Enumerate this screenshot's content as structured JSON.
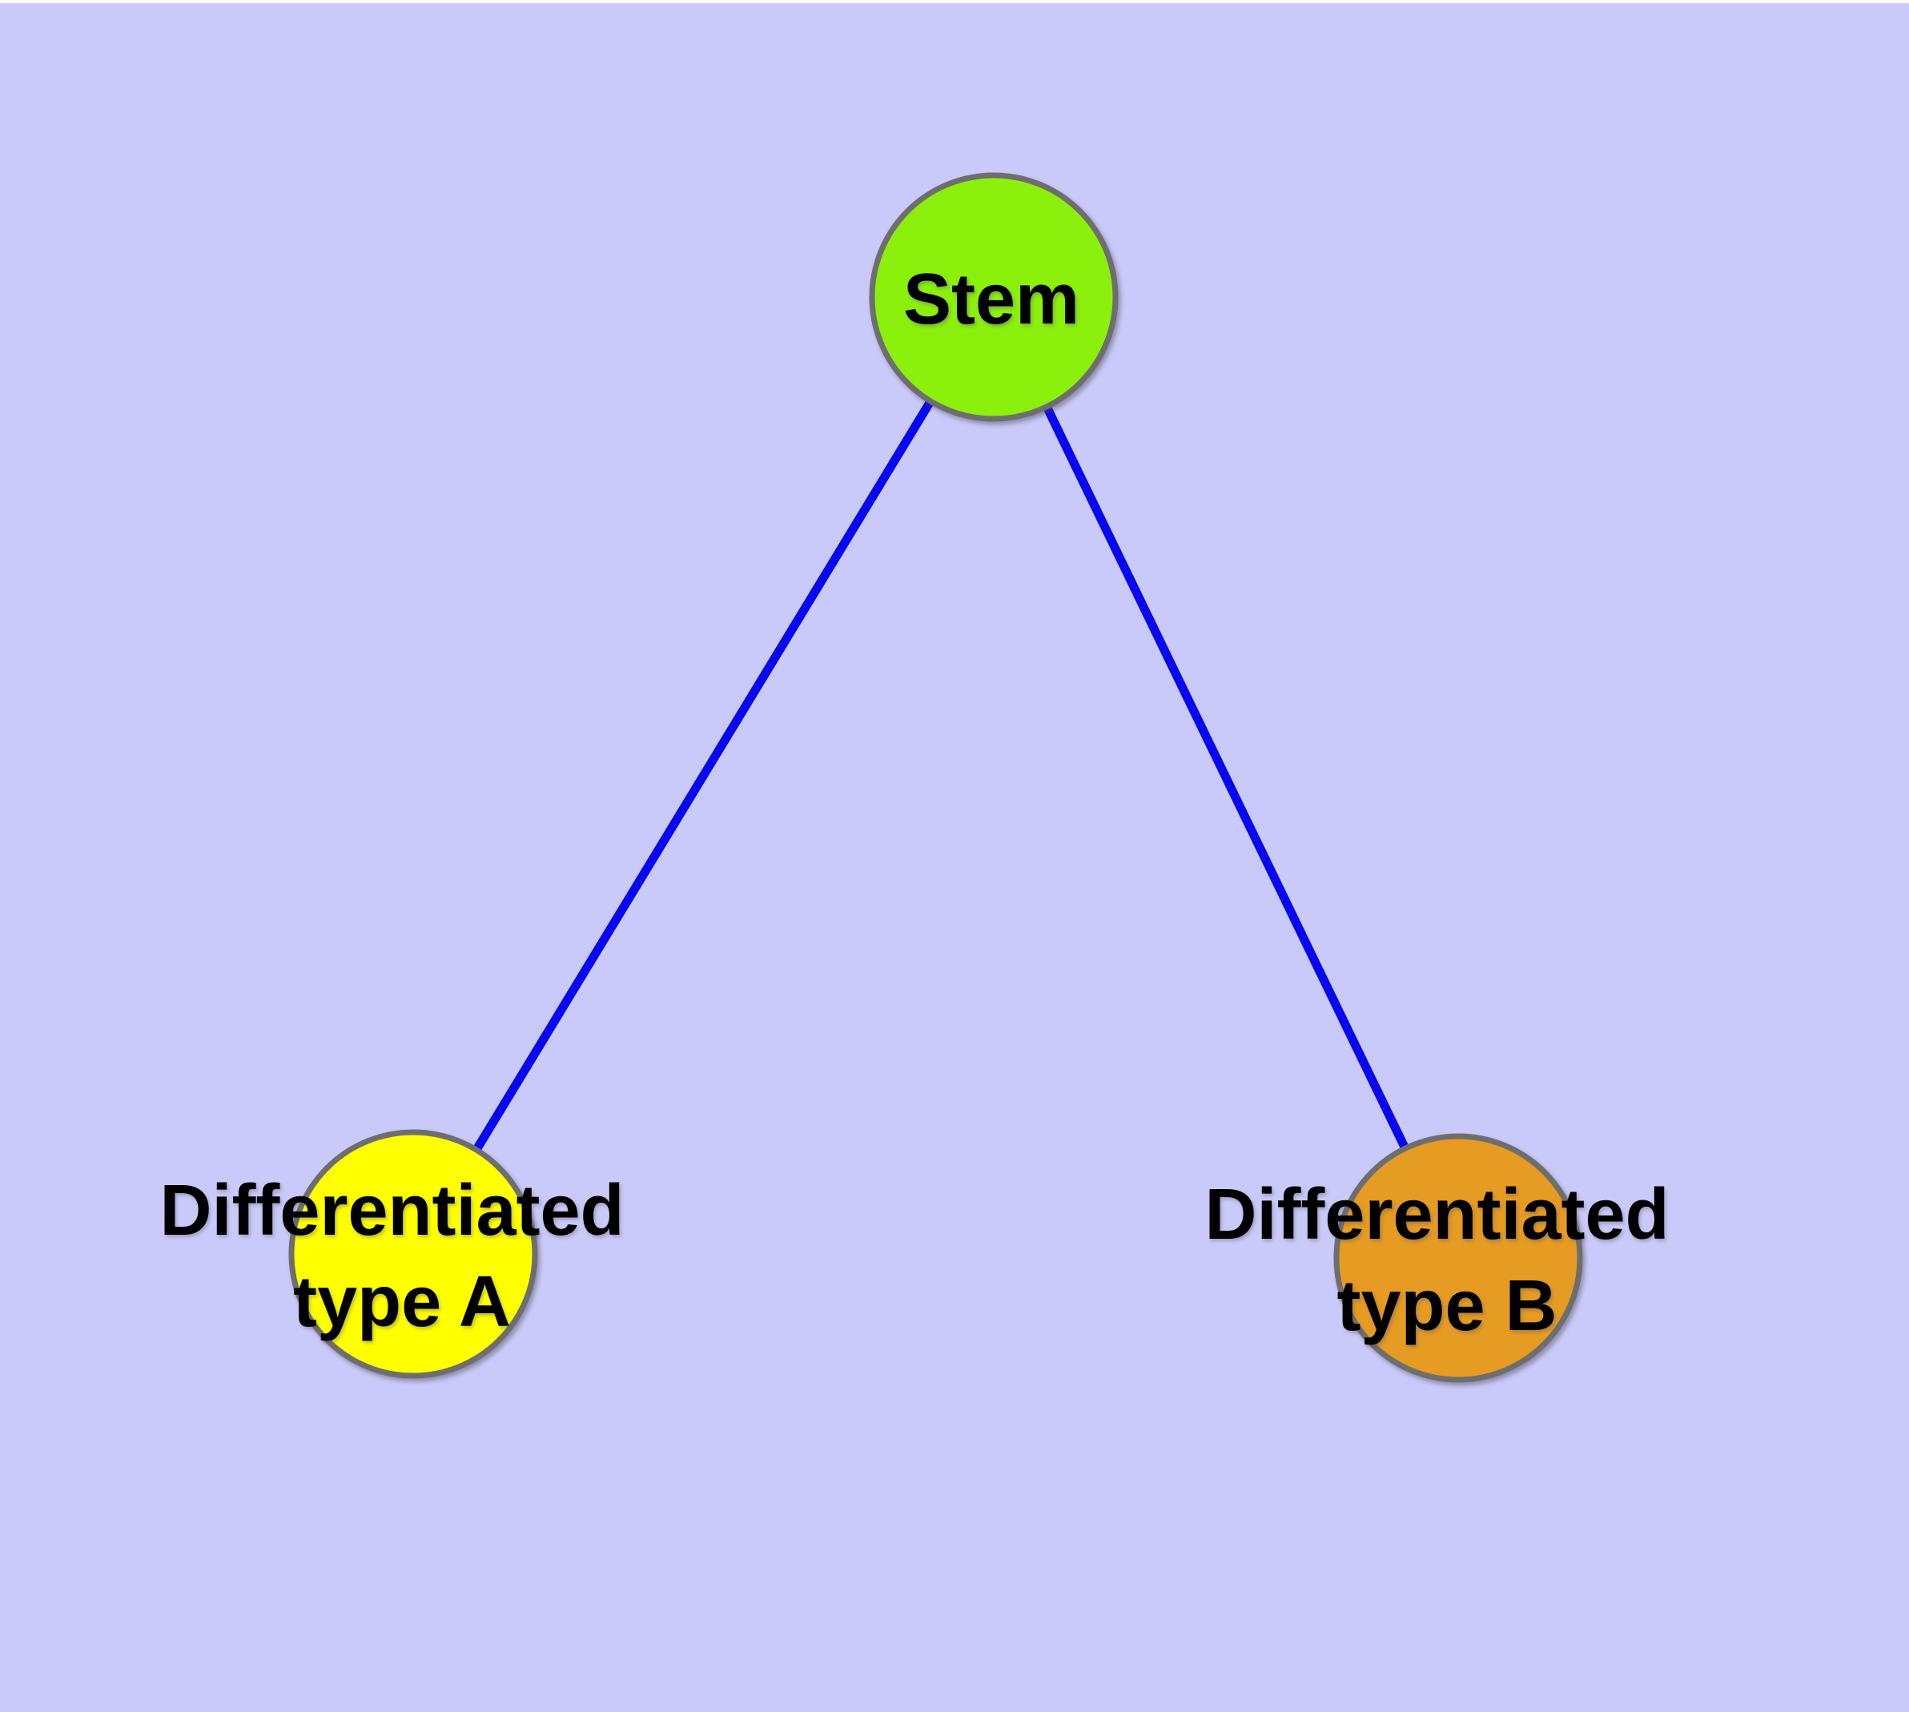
{
  "diagram": {
    "title": "",
    "background_color": "#CACAFA",
    "top_edge_color": "#FFFFFF",
    "edge_color": "#0707F0",
    "node_border_color": "#6E6E6E",
    "label_color": "#000000",
    "nodes": {
      "stem": {
        "label": "Stem",
        "color": "#8CF00D"
      },
      "type_a": {
        "label_lines": [
          "Differentiated",
          "type A"
        ],
        "color": "#FFFF00"
      },
      "type_b": {
        "label_lines": [
          "Differentiated",
          "type B"
        ],
        "color": "#E69B23"
      }
    },
    "edges": [
      {
        "from": "Stem",
        "to": "Differentiated type A"
      },
      {
        "from": "Stem",
        "to": "Differentiated type B"
      }
    ]
  }
}
